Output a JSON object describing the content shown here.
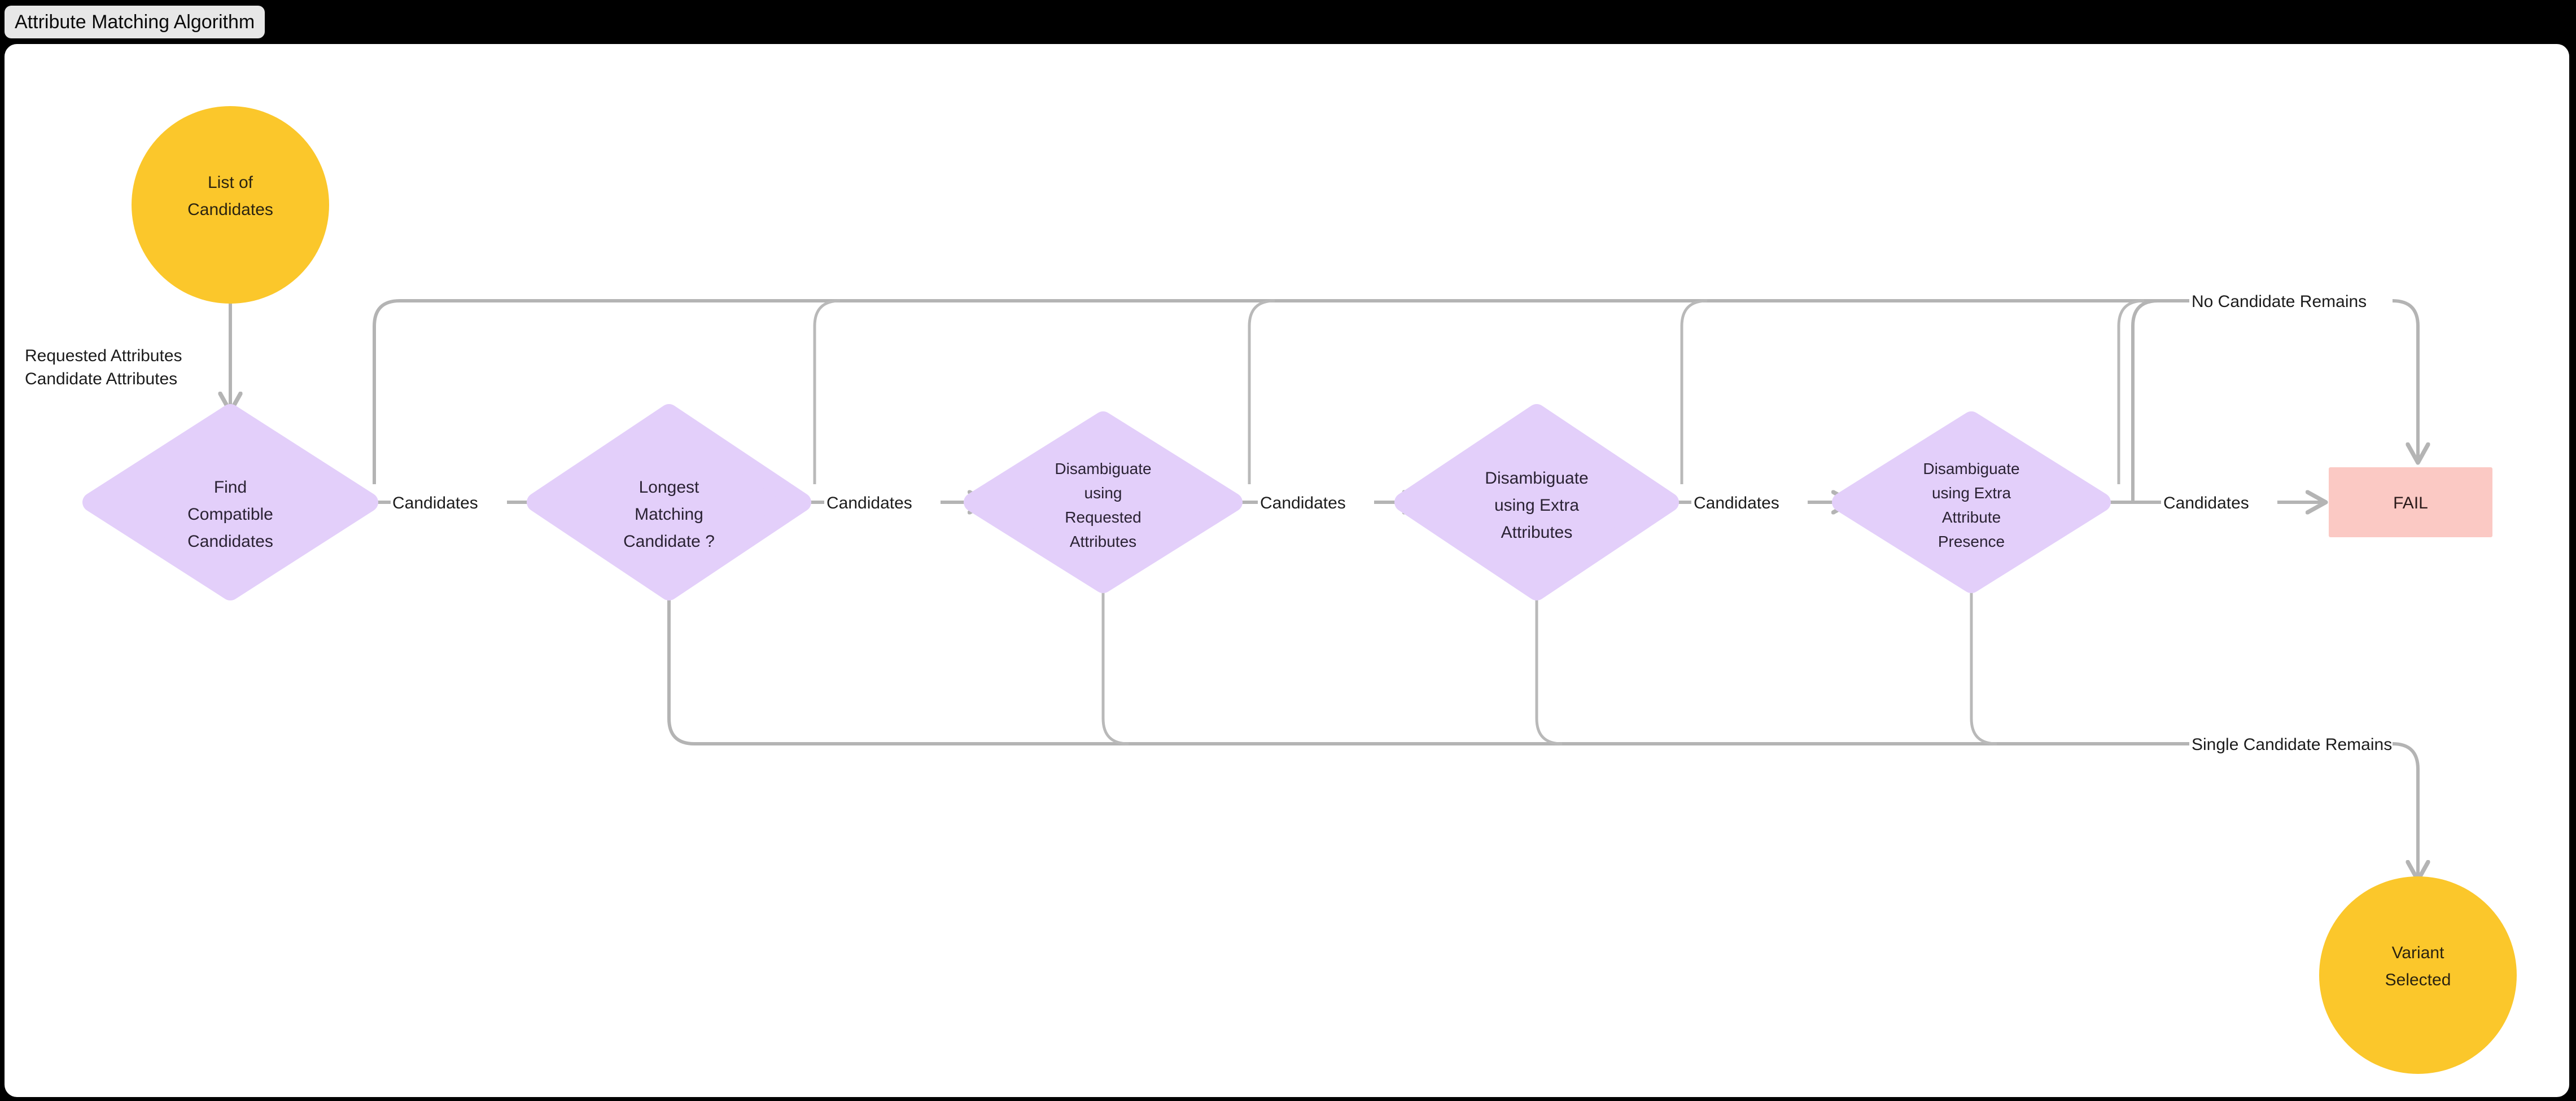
{
  "window": {
    "title": "Attribute Matching Algorithm",
    "background_color": "#000000",
    "canvas_color": "#FFFFFF",
    "tab_color": "#E7E7E7"
  },
  "palette": {
    "terminal_fill": "#FBC72B",
    "decision_fill": "#E3CFFA",
    "fail_fill": "#FBC9C4",
    "edge_stroke": "#B4B4B4",
    "text_color": "#2A2233"
  },
  "diagram": {
    "type": "flowchart",
    "orientation": "left-to-right",
    "nodes": [
      {
        "id": "start",
        "shape": "circle",
        "lines": [
          "List of",
          "Candidates"
        ]
      },
      {
        "id": "d1",
        "shape": "diamond",
        "lines": [
          "Find",
          "Compatible",
          "Candidates"
        ]
      },
      {
        "id": "d2",
        "shape": "diamond",
        "lines": [
          "Longest",
          "Matching",
          "Candidate ?"
        ]
      },
      {
        "id": "d3",
        "shape": "diamond",
        "lines": [
          "Disambiguate",
          "using",
          "Requested",
          "Attributes"
        ]
      },
      {
        "id": "d4",
        "shape": "diamond",
        "lines": [
          "Disambiguate",
          "using Extra",
          "Attributes"
        ]
      },
      {
        "id": "d5",
        "shape": "diamond",
        "lines": [
          "Disambiguate",
          "using Extra",
          "Attribute",
          "Presence"
        ]
      },
      {
        "id": "fail",
        "shape": "rect",
        "lines": [
          "FAIL"
        ]
      },
      {
        "id": "end",
        "shape": "circle",
        "lines": [
          "Variant",
          "Selected"
        ]
      }
    ],
    "edge_labels": {
      "input": [
        "Requested Attributes",
        "Candidate Attributes"
      ],
      "candidates": "Candidates",
      "no_candidate": "No Candidate Remains",
      "single_candidate": "Single Candidate Remains"
    },
    "edges": [
      {
        "from": "start",
        "to": "d1",
        "label": "Requested Attributes / Candidate Attributes"
      },
      {
        "from": "d1",
        "to": "d2",
        "label": "Candidates"
      },
      {
        "from": "d2",
        "to": "d3",
        "label": "Candidates"
      },
      {
        "from": "d3",
        "to": "d4",
        "label": "Candidates"
      },
      {
        "from": "d4",
        "to": "d5",
        "label": "Candidates"
      },
      {
        "from": "d5",
        "to": "fail",
        "label": "Candidates"
      },
      {
        "from": "d5",
        "to": "fail",
        "label": "No Candidate Remains"
      },
      {
        "from": "d5",
        "to": "end",
        "label": "Single Candidate Remains"
      }
    ]
  }
}
